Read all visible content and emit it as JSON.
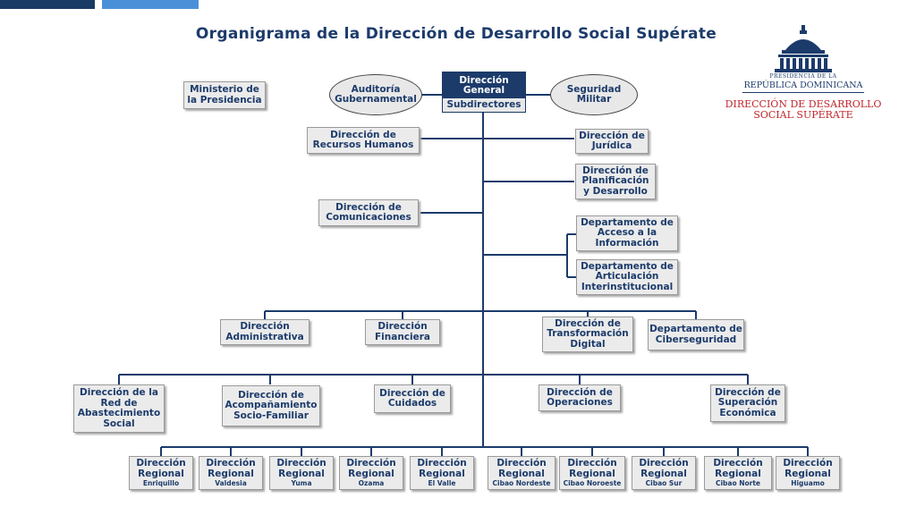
{
  "title": "Organigrama de la Dirección de Desarrollo Social Supérate",
  "logo": {
    "line1": "PRESIDENCIA DE LA",
    "line2": "REPÚBLICA DOMINICANA",
    "line3": "DIRECCIÓN DE DESARROLLO",
    "line4": "SOCIAL SUPÉRATE"
  },
  "colors": {
    "navy": "#1c3b6b",
    "accent": "#4a90d9",
    "red": "#c0272d",
    "box": "#ebebeb"
  },
  "direccion_general": {
    "line1": "Dirección",
    "line2": "General",
    "sub": "Subdirectores"
  },
  "ellipses": {
    "auditoria": {
      "line1": "Auditoría",
      "line2": "Gubernamental"
    },
    "seguridad": {
      "line1": "Seguridad",
      "line2": "Militar"
    }
  },
  "boxes": {
    "ministerio": [
      "Ministerio de",
      "la Presidencia"
    ],
    "rrhh": [
      "Dirección de",
      "Recursos Humanos"
    ],
    "juridica": [
      "Dirección de",
      "Jurídica"
    ],
    "planificacion": [
      "Dirección de",
      "Planificación",
      "y Desarrollo"
    ],
    "comunicaciones": [
      "Dirección de",
      "Comunicaciones"
    ],
    "acceso": [
      "Departamento de",
      "Acceso a la",
      "Información"
    ],
    "articulacion": [
      "Departamento de",
      "Articulación",
      "Interinstitucional"
    ],
    "administrativa": [
      "Dirección",
      "Administrativa"
    ],
    "financiera": [
      "Dirección",
      "Financiera"
    ],
    "transformacion": [
      "Dirección de",
      "Transformación",
      "Digital"
    ],
    "ciberseguridad": [
      "Departamento de",
      "Ciberseguridad"
    ],
    "red": [
      "Dirección de la",
      "Red de",
      "Abastecimiento",
      "Social"
    ],
    "acompanamiento": [
      "Dirección de",
      "Acompañamiento",
      "Socio-Familiar"
    ],
    "cuidados": [
      "Dirección de",
      "Cuidados"
    ],
    "operaciones": [
      "Dirección de",
      "Operaciones"
    ],
    "superacion": [
      "Dirección de",
      "Superación",
      "Económica"
    ]
  },
  "regional_label": [
    "Dirección",
    "Regional"
  ],
  "regionales": [
    "Enriquillo",
    "Valdesia",
    "Yuma",
    "Ozama",
    "El Valle",
    "Cibao Nordeste",
    "Cibao Noroeste",
    "Cibao Sur",
    "Cibao Norte",
    "Higuamo"
  ]
}
